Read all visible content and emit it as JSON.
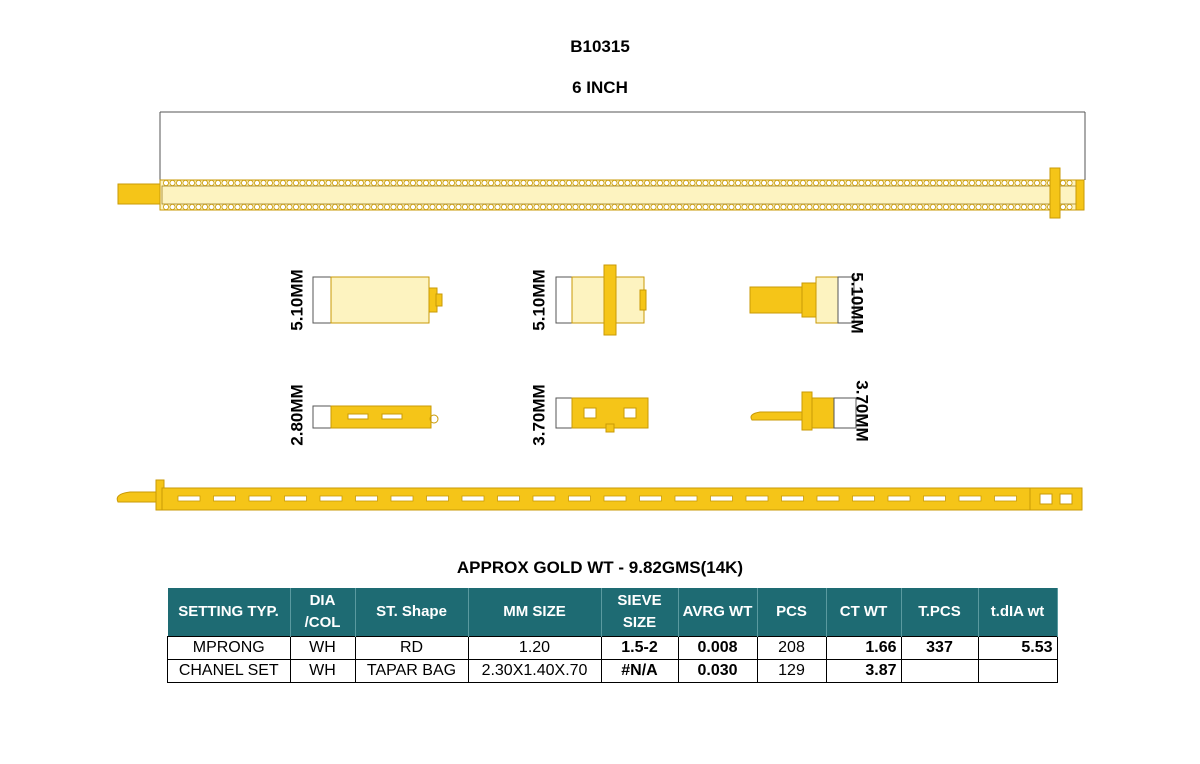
{
  "header": {
    "design_no": "B10315",
    "length": "6 INCH"
  },
  "dimensions": {
    "top_left": "5.10MM",
    "top_mid": "5.10MM",
    "top_right": "5.10MM",
    "bottom_left": "2.80MM",
    "bottom_mid": "3.70MM",
    "bottom_right": "3.70MM"
  },
  "gold_weight": "APPROX GOLD WT - 9.82GMS(14K)",
  "colors": {
    "gold": "#f5c518",
    "gold_dark": "#c99a06",
    "header_teal": "#1e6b73"
  },
  "table": {
    "headers": [
      "SETTING TYP.",
      "DIA /COL",
      "ST. Shape",
      "MM SIZE",
      "SIEVE SIZE",
      "AVRG WT",
      "PCS",
      "CT WT",
      "T.PCS",
      "t.dIA wt"
    ],
    "rows": [
      [
        "MPRONG",
        "WH",
        "RD",
        "1.20",
        "1.5-2",
        "0.008",
        "208",
        "1.66",
        "337",
        "5.53"
      ],
      [
        "CHANEL SET",
        "WH",
        "TAPAR BAG",
        "2.30X1.40X.70",
        "#N/A",
        "0.030",
        "129",
        "3.87",
        "",
        ""
      ]
    ]
  }
}
